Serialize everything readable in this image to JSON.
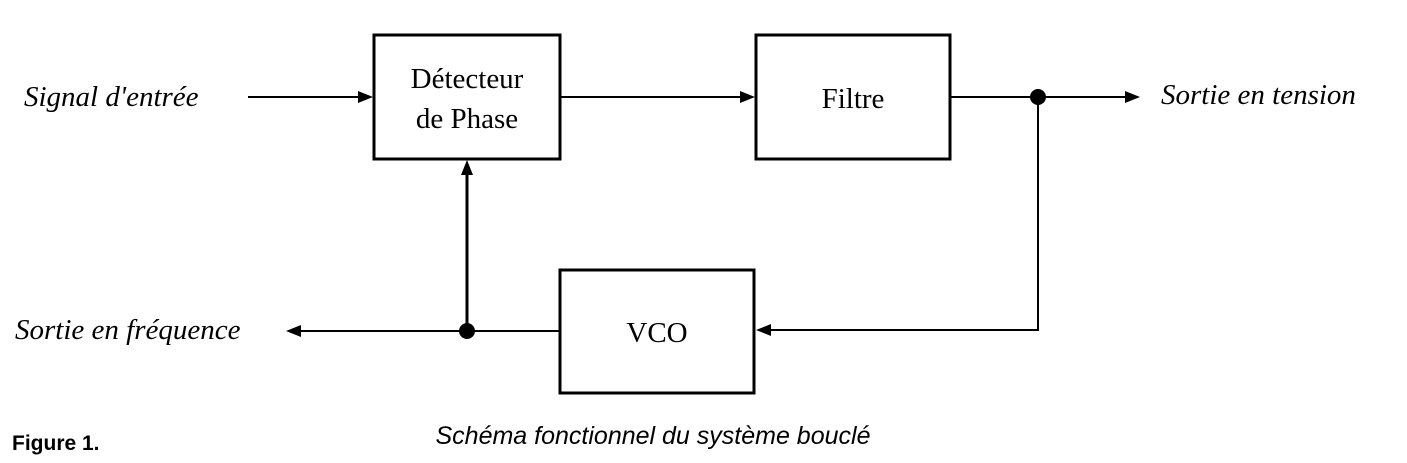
{
  "blocks": {
    "phase_detector": [
      "Détecteur",
      "de Phase"
    ],
    "filter": "Filtre",
    "vco": "VCO"
  },
  "signals": {
    "input": "Signal d'entrée",
    "voltage_output": "Sortie en tension",
    "frequency_output": "Sortie en fréquence"
  },
  "caption": "Schéma fonctionnel du système bouclé",
  "figure_label": "Figure 1."
}
